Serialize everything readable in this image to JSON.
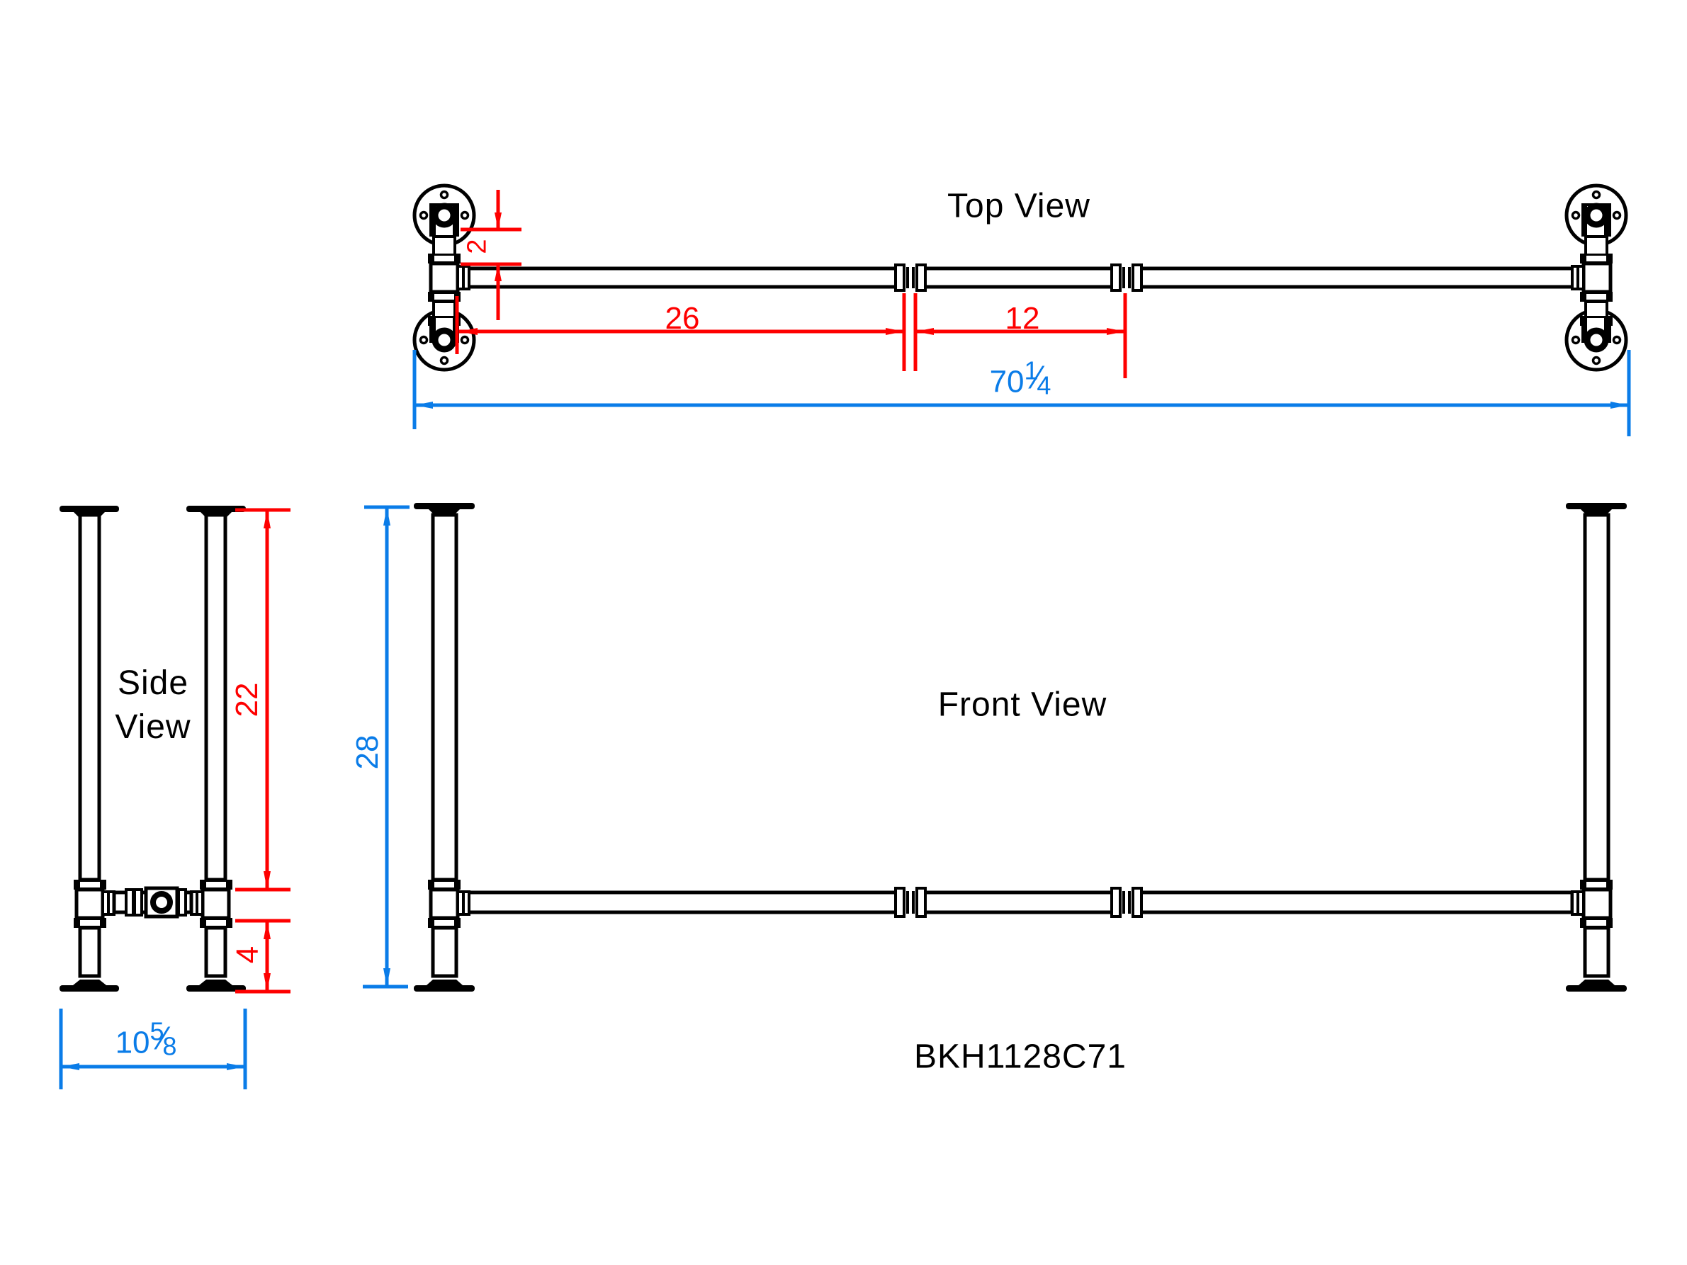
{
  "colors": {
    "background": "#ffffff",
    "line": "#000000",
    "dim_red": "#fe0000",
    "dim_blue": "#0a7ce8"
  },
  "views": {
    "top": {
      "label": "Top View"
    },
    "front": {
      "label": "Front View"
    },
    "side": {
      "label_line1": "Side",
      "label_line2": "View"
    }
  },
  "model_number": "BKH1128C71",
  "dimensions": {
    "top_view": {
      "leg_offset": "2",
      "left_rail_segment": "26",
      "right_rail_segment": "12",
      "overall_length": {
        "whole": "70",
        "numerator": "1",
        "denominator": "4"
      }
    },
    "side_view": {
      "upper_leg_height": "22",
      "brace_height_from_floor": "4",
      "overall_height": "28",
      "overall_depth": {
        "whole": "10",
        "numerator": "5",
        "denominator": "8"
      }
    }
  }
}
